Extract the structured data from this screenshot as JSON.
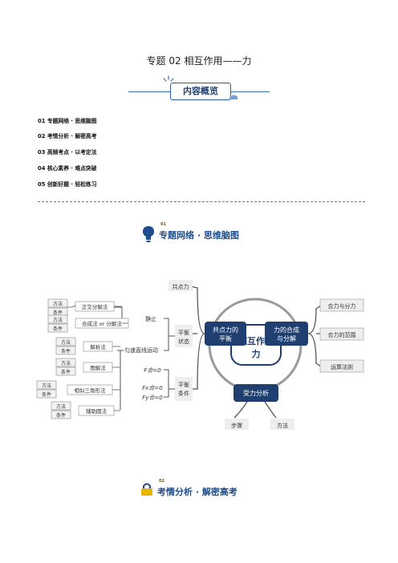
{
  "page": {
    "title": "专题 02  相互作用——力",
    "overview_banner": "内容概览",
    "toc": [
      "01 专题网络 · 思维脑图",
      "02 考情分析 · 解密高考",
      "03 高频考点 · 以考定法",
      "04 核心素养 · 难点突破",
      "05 创新好题 · 轻松练习"
    ],
    "section1": {
      "num": "01",
      "title": "专题网络 · 思维脑图"
    },
    "section2": {
      "num": "02",
      "title": "考情分析 · 解密高考"
    }
  },
  "mindmap": {
    "center": "相互作用",
    "center_sub": "力",
    "core_left": "共点力的平衡",
    "core_right": "力的合成与分解",
    "core_bottom": "受力分析",
    "right_items": [
      "合力与分力",
      "合力的范围",
      "运算法则"
    ],
    "bottom_items": [
      "步骤",
      "方法"
    ],
    "left_top": "共点力",
    "state": "平衡状态",
    "condition": "平衡条件",
    "static": "静止",
    "uniform": "匀速直线运动",
    "formula1": "F合=0",
    "formula2a": "Fx合=0",
    "formula2b": "Fy合=0",
    "methods": [
      "正交分解法",
      "合成法 or 分解法",
      "解析法",
      "图解法",
      "相似三角形法",
      "辅助圆法"
    ],
    "tag_method": "方法",
    "tag_condition": "条件",
    "colors": {
      "navy": "#1f3f70",
      "gray": "#8a8a8a",
      "accent": "#2c5a9a"
    }
  }
}
